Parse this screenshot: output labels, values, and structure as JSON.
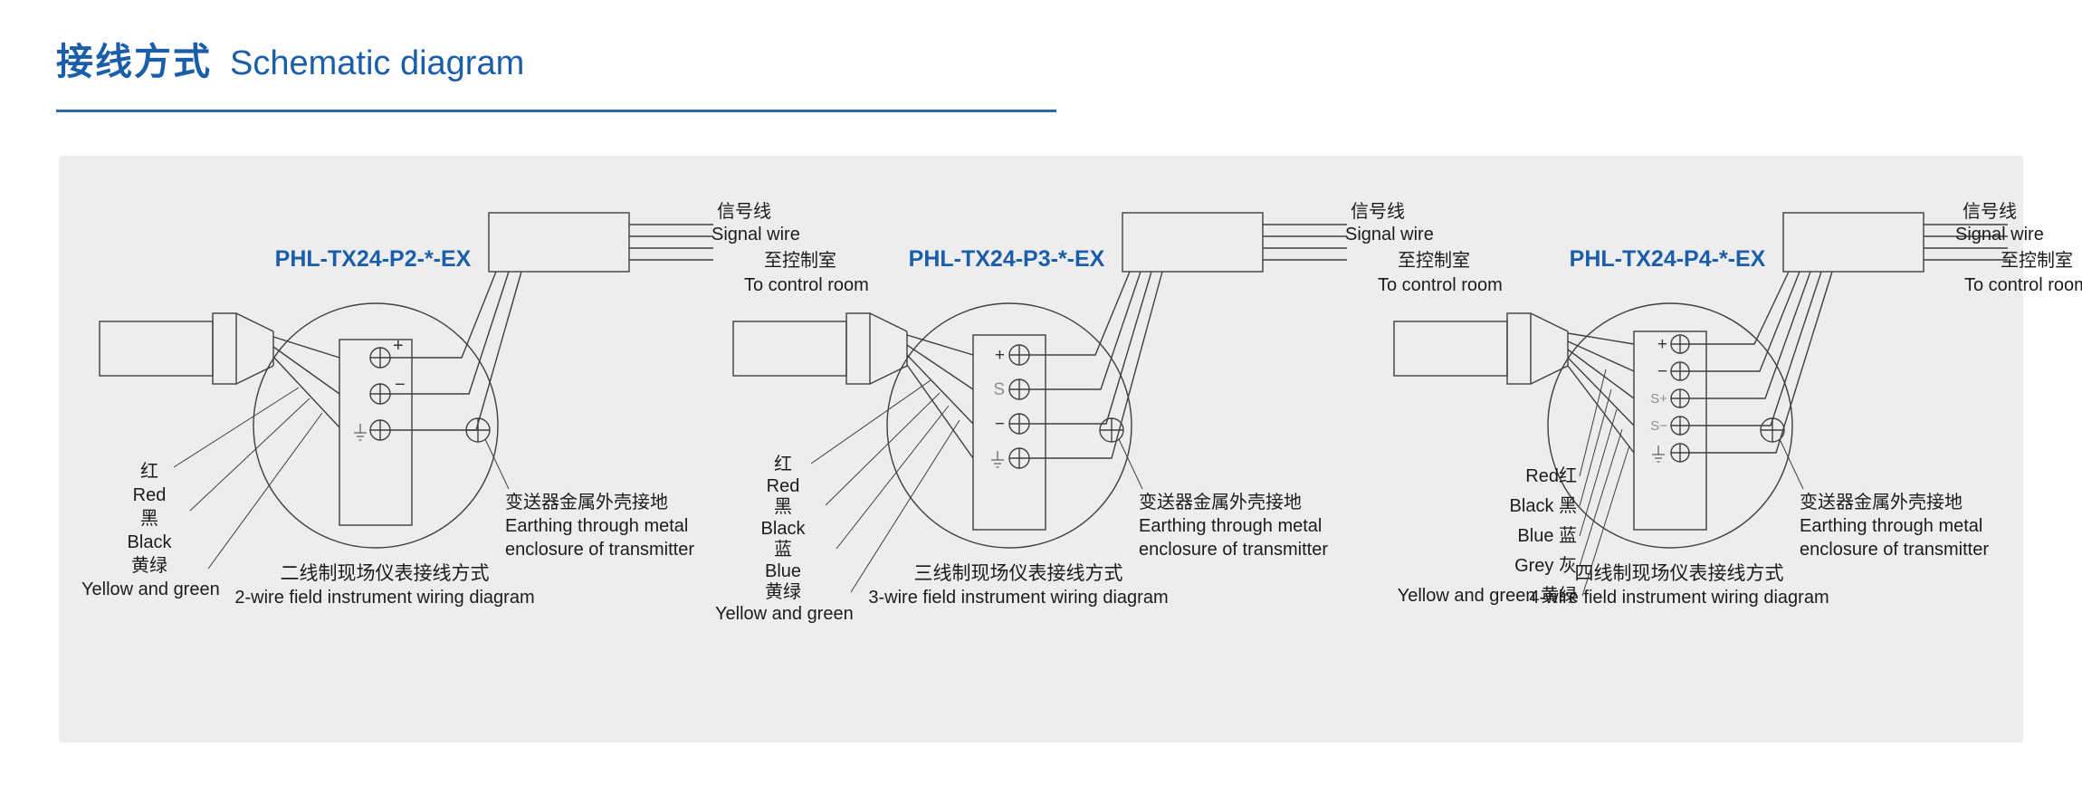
{
  "header": {
    "title_cn": "接线方式",
    "title_en": "Schematic diagram"
  },
  "colors": {
    "accent_blue": "#1a5ea9",
    "panel_gray": "#ededee",
    "line_gray": "#3f3f3f"
  },
  "diagrams": [
    {
      "model": "PHL-TX24-P2-*-EX",
      "labels": {
        "signal_cn": "信号线",
        "signal_en": "Signal wire",
        "control_cn": "至控制室",
        "control_en": "To control room",
        "earth_cn": "变送器金属外壳接地",
        "earth_en1": "Earthing through metal",
        "earth_en2": "enclosure of transmitter"
      },
      "terminals": [
        "+",
        "−"
      ],
      "wires": [
        {
          "cn": "红",
          "en": "Red"
        },
        {
          "cn": "黑",
          "en": "Black"
        },
        {
          "cn": "黄绿",
          "en": "Yellow and green"
        }
      ],
      "caption_cn": "二线制现场仪表接线方式",
      "caption_en": "2-wire field instrument wiring diagram"
    },
    {
      "model": "PHL-TX24-P3-*-EX",
      "labels": {
        "signal_cn": "信号线",
        "signal_en": "Signal wire",
        "control_cn": "至控制室",
        "control_en": "To control room",
        "earth_cn": "变送器金属外壳接地",
        "earth_en1": "Earthing through metal",
        "earth_en2": "enclosure of transmitter"
      },
      "terminals": [
        "+",
        "S",
        "−"
      ],
      "wires": [
        {
          "cn": "红",
          "en": "Red"
        },
        {
          "cn": "黑",
          "en": "Black"
        },
        {
          "cn": "蓝",
          "en": "Blue"
        },
        {
          "cn": "黄绿",
          "en": "Yellow and green"
        }
      ],
      "caption_cn": "三线制现场仪表接线方式",
      "caption_en": "3-wire field instrument wiring diagram"
    },
    {
      "model": "PHL-TX24-P4-*-EX",
      "labels": {
        "signal_cn": "信号线",
        "signal_en": "Signal wire",
        "control_cn": "至控制室",
        "control_en": "To control room",
        "earth_cn": "变送器金属外壳接地",
        "earth_en1": "Earthing through metal",
        "earth_en2": "enclosure of transmitter"
      },
      "terminals": [
        "+",
        "−",
        "S+",
        "S−"
      ],
      "wires": [
        {
          "label": "Red红"
        },
        {
          "label": "Black 黑"
        },
        {
          "label": "Blue 蓝"
        },
        {
          "label": "Grey 灰"
        },
        {
          "label": "Yellow and green 黄绿"
        }
      ],
      "caption_cn": "四线制现场仪表接线方式",
      "caption_en": "4-wire field instrument wiring diagram"
    }
  ]
}
